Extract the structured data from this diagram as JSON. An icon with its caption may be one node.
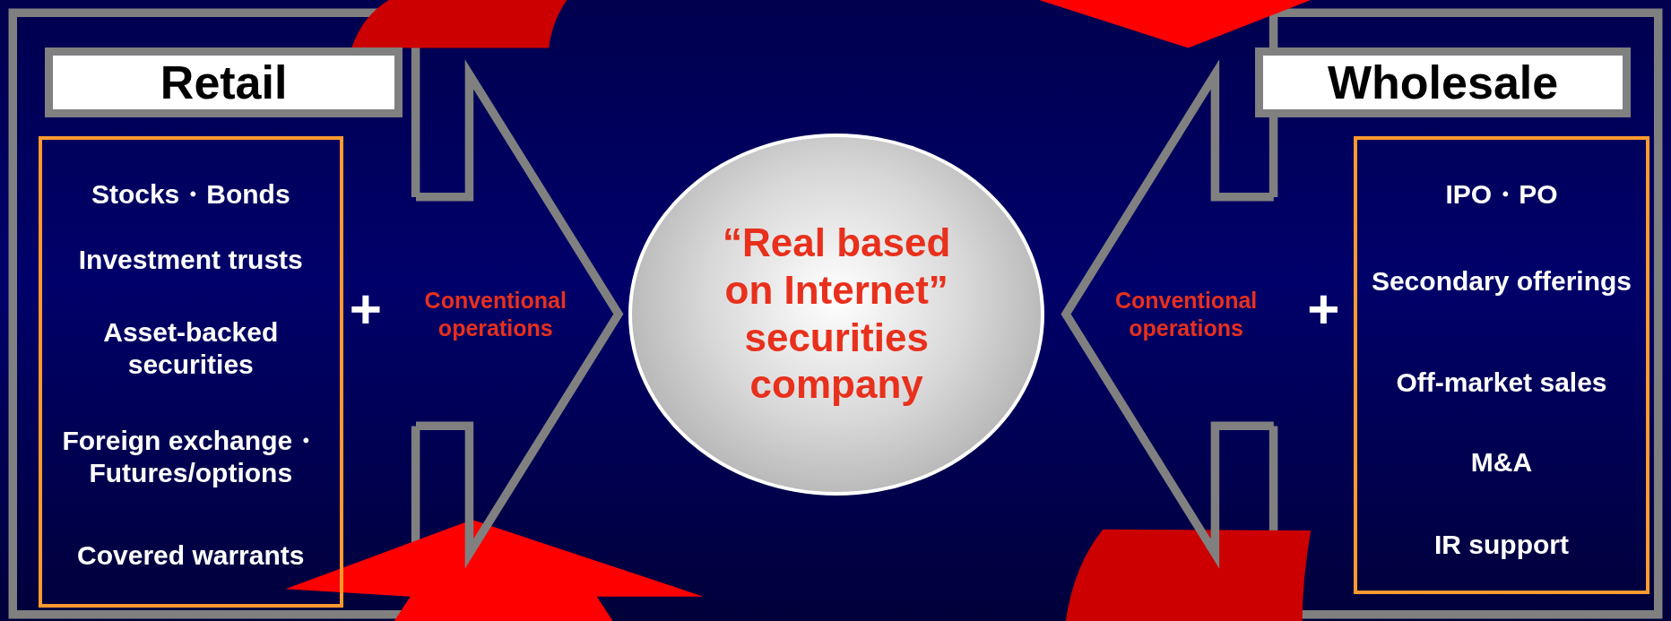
{
  "diagram": {
    "nodes": [
      {
        "text": [
          "Retail"
        ]
      },
      {
        "text": [
          "Stocks・Bonds",
          "Investment trusts",
          "Asset-backed securities",
          "Foreign exchange・Futures/options",
          "Covered warrants"
        ]
      },
      {
        "text": [
          "Conventional operations"
        ]
      },
      {
        "text": [
          "“Real based on Internet” securities company"
        ]
      },
      {
        "text": [
          "Conventional operations"
        ]
      },
      {
        "text": [
          "Wholesale"
        ]
      },
      {
        "text": [
          "IPO・PO",
          "Secondary offerings",
          "Off-market sales",
          "M&A",
          "IR support"
        ]
      }
    ],
    "labels": [
      "+",
      "+"
    ]
  }
}
